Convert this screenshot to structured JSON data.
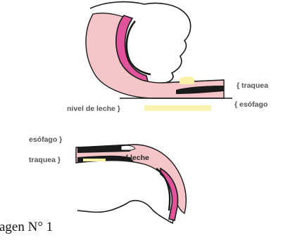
{
  "labels": {
    "top_trachea": "{ traquea",
    "top_esophagus": "{ esófago",
    "milk_level": "nivel de leche }",
    "bottom_esophagus": "esófago }",
    "bottom_trachea": "traquea }",
    "milk": "{ leche"
  },
  "caption": "agen N° 1",
  "colors": {
    "pink_fill": "#f6c5c8",
    "magenta": "#e0529a",
    "milk": "#f9f2a6",
    "outline": "#1a1a1a"
  }
}
